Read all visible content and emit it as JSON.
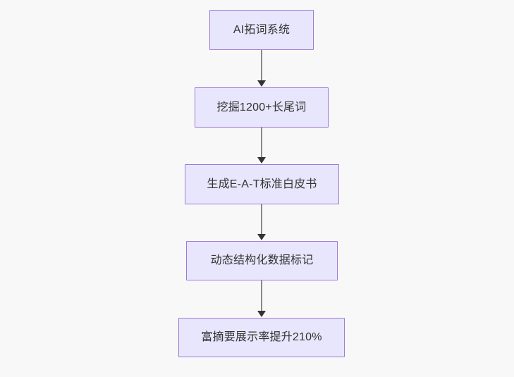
{
  "diagram": {
    "type": "flowchart",
    "orientation": "top-to-bottom",
    "background_color": "#f8f8f8",
    "node_fill_color": "#e8e6fc",
    "node_border_color": "#9f7ad4",
    "node_text_color": "#333333",
    "edge_color": "#888888",
    "arrowhead_color": "#333333",
    "nodes": [
      {
        "id": "node-1",
        "label": "AI拓词系统"
      },
      {
        "id": "node-2",
        "label": "挖掘1200+长尾词"
      },
      {
        "id": "node-3",
        "label": "生成E-A-T标准白皮书"
      },
      {
        "id": "node-4",
        "label": "动态结构化数据标记"
      },
      {
        "id": "node-5",
        "label": "富摘要展示率提升210%"
      }
    ],
    "edges": [
      {
        "id": "edge-1",
        "from": "node-1",
        "to": "node-2",
        "label": ""
      },
      {
        "id": "edge-2",
        "from": "node-2",
        "to": "node-3",
        "label": ""
      },
      {
        "id": "edge-3",
        "from": "node-3",
        "to": "node-4",
        "label": ""
      },
      {
        "id": "edge-4",
        "from": "node-4",
        "to": "node-5",
        "label": ""
      }
    ]
  }
}
